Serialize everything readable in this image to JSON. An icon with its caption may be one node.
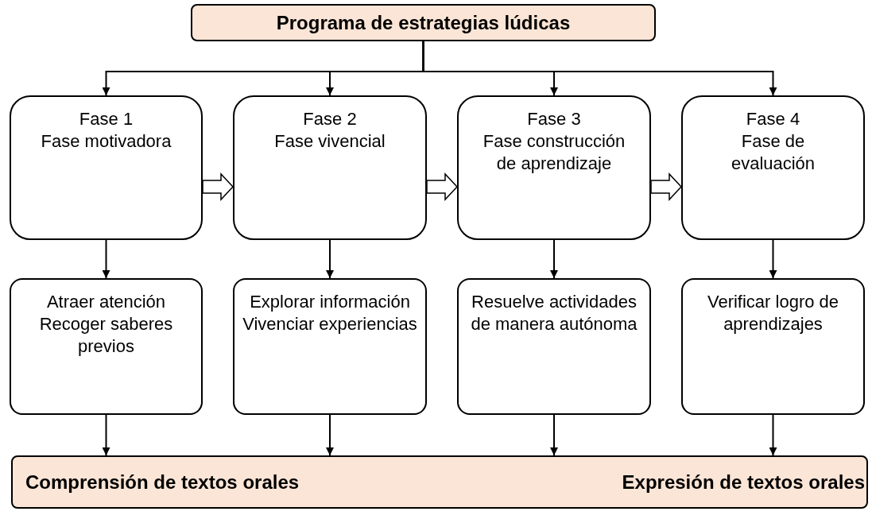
{
  "diagram": {
    "nodes": [
      {
        "text": [
          "Programa de estrategias lúdicas"
        ]
      },
      {
        "text": [
          "Fase 1",
          "Fase motivadora"
        ]
      },
      {
        "text": [
          "Fase 2",
          "Fase vivencial"
        ]
      },
      {
        "text": [
          "Fase 3",
          "Fase construcción de aprendizaje"
        ]
      },
      {
        "text": [
          "Fase 4",
          "Fase de evaluación"
        ]
      },
      {
        "text": [
          "Atraer atención",
          "Recoger saberes previos"
        ]
      },
      {
        "text": [
          "Explorar información",
          "Vivenciar experiencias"
        ]
      },
      {
        "text": [
          "Resuelve actividades de manera autónoma"
        ]
      },
      {
        "text": [
          "Verificar logro de aprendizajes"
        ]
      },
      {
        "text": [
          "Comprensión de textos orales",
          "Expresión de textos orales"
        ]
      }
    ],
    "edges": [
      {
        "from": 0,
        "to": 1,
        "arrow": "to"
      },
      {
        "from": 0,
        "to": 2,
        "arrow": "to"
      },
      {
        "from": 0,
        "to": 3,
        "arrow": "to"
      },
      {
        "from": 0,
        "to": 4,
        "arrow": "to"
      },
      {
        "from": 1,
        "to": 2,
        "arrow": "to",
        "style": "thick"
      },
      {
        "from": 2,
        "to": 3,
        "arrow": "to",
        "style": "thick"
      },
      {
        "from": 3,
        "to": 4,
        "arrow": "to",
        "style": "thick"
      },
      {
        "from": 1,
        "to": 5,
        "arrow": "to"
      },
      {
        "from": 2,
        "to": 6,
        "arrow": "to"
      },
      {
        "from": 3,
        "to": 7,
        "arrow": "to"
      },
      {
        "from": 4,
        "to": 8,
        "arrow": "to"
      },
      {
        "from": 5,
        "to": 9,
        "arrow": "to"
      },
      {
        "from": 6,
        "to": 9,
        "arrow": "to"
      },
      {
        "from": 7,
        "to": 9,
        "arrow": "to"
      },
      {
        "from": 8,
        "to": 9,
        "arrow": "to"
      }
    ]
  }
}
